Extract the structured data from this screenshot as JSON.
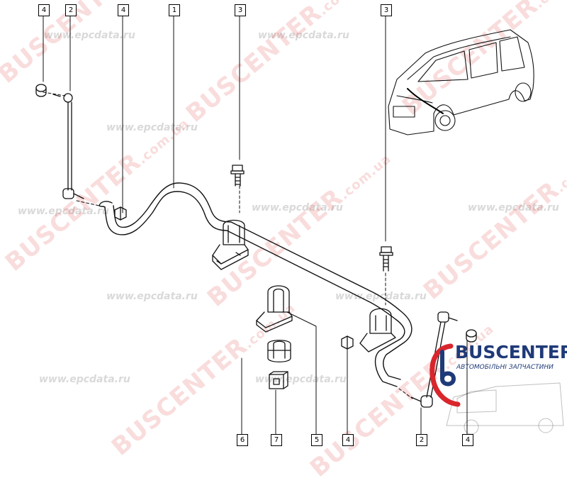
{
  "callouts": {
    "c1": "4",
    "c2": "2",
    "c3": "4",
    "c4": "1",
    "c5": "3",
    "c6": "3",
    "c7": "6",
    "c8": "7",
    "c9": "5",
    "c10": "4",
    "c11": "2",
    "c12": "4"
  },
  "watermarks": {
    "red_brand": "BUSCENTER",
    "red_domain": ".com.ua",
    "grey_url": "www.epcdata.ru"
  },
  "logo": {
    "name": "BUSCENTER",
    "subtitle": "АВТОМОБІЛЬНІ ЗАПЧАСТИНИ",
    "colors": {
      "red": "#d8262c",
      "blue": "#1f3a78"
    }
  }
}
